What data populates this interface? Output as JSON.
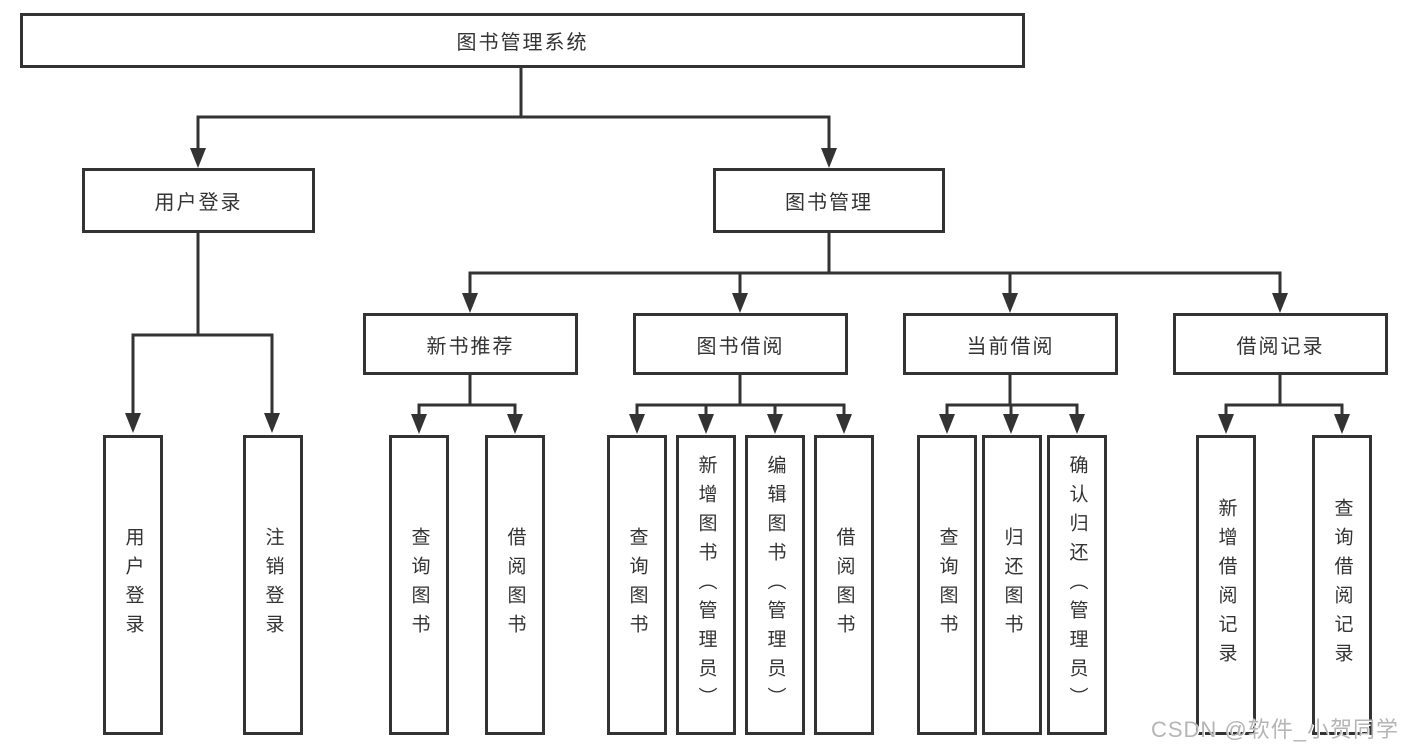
{
  "root": {
    "label": "图书管理系统"
  },
  "branches": [
    {
      "label": "用户登录",
      "children": [
        {
          "label": "用户登录"
        },
        {
          "label": "注销登录"
        }
      ]
    },
    {
      "label": "图书管理",
      "children": [
        {
          "label": "新书推荐",
          "children": [
            {
              "label": "查询图书"
            },
            {
              "label": "借阅图书"
            }
          ]
        },
        {
          "label": "图书借阅",
          "children": [
            {
              "label": "查询图书"
            },
            {
              "label": "新增图书（管理员）"
            },
            {
              "label": "编辑图书（管理员）"
            },
            {
              "label": "借阅图书"
            }
          ]
        },
        {
          "label": "当前借阅",
          "children": [
            {
              "label": "查询图书"
            },
            {
              "label": "归还图书"
            },
            {
              "label": "确认归还（管理员）"
            }
          ]
        },
        {
          "label": "借阅记录",
          "children": [
            {
              "label": "新增借阅记录"
            },
            {
              "label": "查询借阅记录"
            }
          ]
        }
      ]
    }
  ],
  "watermark": {
    "text": "CSDN @软件_小贺同学"
  },
  "colors": {
    "line": "#333333",
    "text": "#333333",
    "watermark": "#b5b5b5"
  }
}
